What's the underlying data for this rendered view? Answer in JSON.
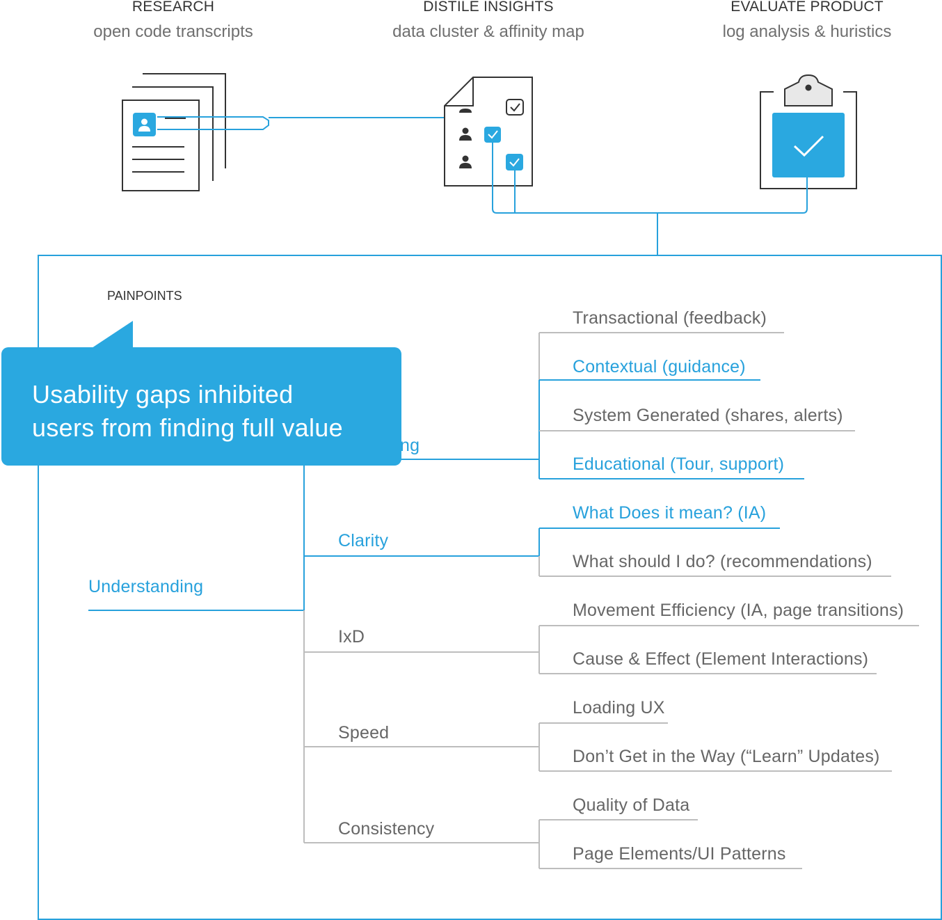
{
  "steps": [
    {
      "title": "RESEARCH",
      "subtitle": "open code transcripts"
    },
    {
      "title": "DISTILE INSIGHTS",
      "subtitle": "data cluster & affinity map"
    },
    {
      "title": "EVALUATE PRODUCT",
      "subtitle": "log analysis & huristics"
    }
  ],
  "section_label": "PAINPOINTS",
  "callout_text": [
    "Usability gaps inhibited",
    "users from finding full value"
  ],
  "root": {
    "label": "Understanding"
  },
  "branches": [
    {
      "label": "Messaging",
      "visible_label": "ng",
      "highlight": true,
      "leaves": [
        {
          "label": "Transactional (feedback)",
          "highlight": false
        },
        {
          "label": "Contextual (guidance)",
          "highlight": true
        },
        {
          "label": "System Generated (shares, alerts)",
          "highlight": false
        },
        {
          "label": "Educational (Tour, support)",
          "highlight": true
        }
      ]
    },
    {
      "label": "Clarity",
      "highlight": true,
      "leaves": [
        {
          "label": "What Does it mean? (IA)",
          "highlight": true
        },
        {
          "label": "What should I do? (recommendations)",
          "highlight": false
        }
      ]
    },
    {
      "label": "IxD",
      "highlight": false,
      "leaves": [
        {
          "label": "Movement Efficiency (IA, page transitions)",
          "highlight": false
        },
        {
          "label": "Cause & Effect (Element Interactions)",
          "highlight": false
        }
      ]
    },
    {
      "label": "Speed",
      "highlight": false,
      "leaves": [
        {
          "label": "Loading UX",
          "highlight": false
        },
        {
          "label": "Don’t Get in the Way (“Learn” Updates)",
          "highlight": false
        }
      ]
    },
    {
      "label": "Consistency",
      "highlight": false,
      "leaves": [
        {
          "label": "Quality of Data",
          "highlight": false
        },
        {
          "label": "Page Elements/UI Patterns",
          "highlight": false
        }
      ]
    }
  ],
  "icons": [
    "documents-icon",
    "affinity-map-icon",
    "clipboard-check-icon"
  ],
  "colors": {
    "accent": "#2aa8e0",
    "line_blue": "#27a1dc",
    "line_gray": "#bdbdbd",
    "dark": "#333333",
    "text_gray": "#666666"
  }
}
